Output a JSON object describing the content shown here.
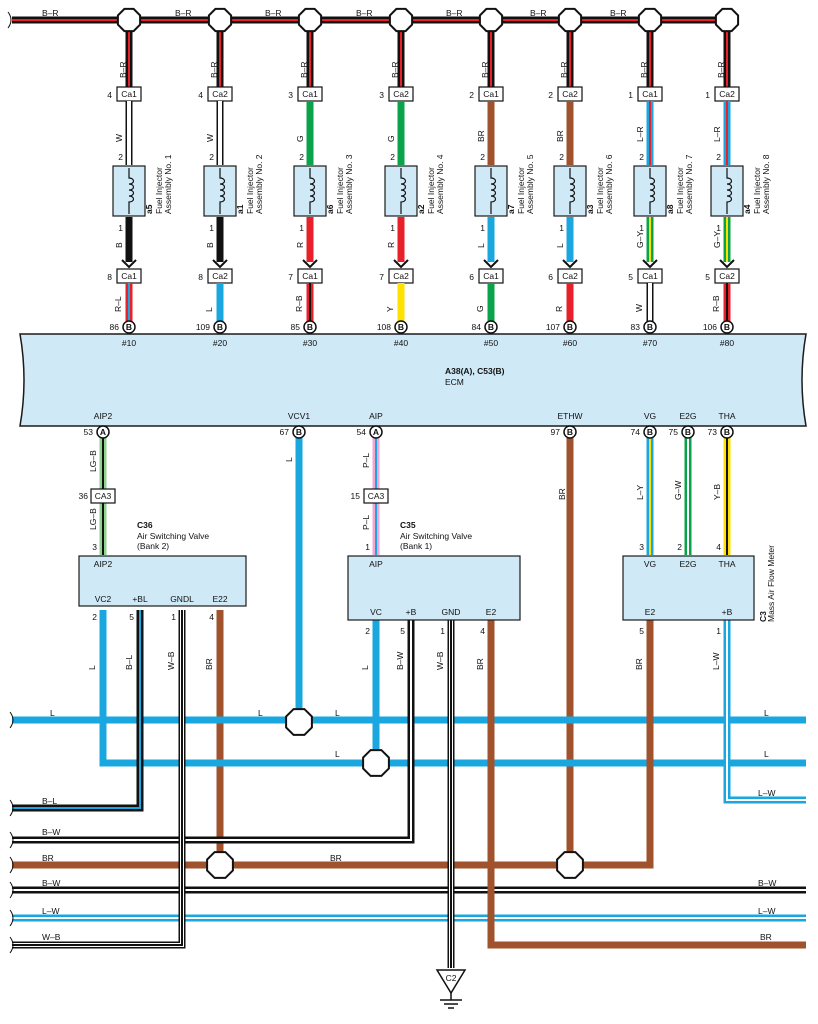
{
  "colors": {
    "black": "#111111",
    "white": "#ffffff",
    "red": "#e8202a",
    "blue": "#1aa7e0",
    "green": "#0aa34a",
    "yellow": "#ffe100",
    "brown": "#a0522d",
    "pink": "#f1a7d4",
    "lightgreen": "#8fd18f",
    "module_fill": "#cfe9f7",
    "module_stroke": "#1b1b1b"
  },
  "top_bus": {
    "label": "B–R"
  },
  "injectors": [
    {
      "code": "a5",
      "name1": "Fuel Injector",
      "name2": "Assembly No. 1",
      "top_conn": "Ca1",
      "top_conn_pin": "4",
      "feed_label": "B–R",
      "coil_top_pin": "2",
      "upper_wire": "W",
      "coil_bot_pin": "1",
      "lower_wire": "B",
      "bot_conn": "Ca1",
      "bot_conn_pin": "8",
      "ecm_wire": "R–L",
      "ecm_pin": "86",
      "ecm_signal": "#10"
    },
    {
      "code": "a1",
      "name1": "Fuel Injector",
      "name2": "Assembly No. 2",
      "top_conn": "Ca2",
      "top_conn_pin": "4",
      "feed_label": "B–R",
      "coil_top_pin": "2",
      "upper_wire": "W",
      "coil_bot_pin": "1",
      "lower_wire": "B",
      "bot_conn": "Ca2",
      "bot_conn_pin": "8",
      "ecm_wire": "L",
      "ecm_pin": "109",
      "ecm_signal": "#20"
    },
    {
      "code": "a6",
      "name1": "Fuel Injector",
      "name2": "Assembly No. 3",
      "top_conn": "Ca1",
      "top_conn_pin": "3",
      "feed_label": "B–R",
      "coil_top_pin": "2",
      "upper_wire": "G",
      "coil_bot_pin": "1",
      "lower_wire": "R",
      "bot_conn": "Ca1",
      "bot_conn_pin": "7",
      "ecm_wire": "R–B",
      "ecm_pin": "85",
      "ecm_signal": "#30"
    },
    {
      "code": "a2",
      "name1": "Fuel Injector",
      "name2": "Assembly No. 4",
      "top_conn": "Ca2",
      "top_conn_pin": "3",
      "feed_label": "B–R",
      "coil_top_pin": "2",
      "upper_wire": "G",
      "coil_bot_pin": "1",
      "lower_wire": "R",
      "bot_conn": "Ca2",
      "bot_conn_pin": "7",
      "ecm_wire": "Y",
      "ecm_pin": "108",
      "ecm_signal": "#40"
    },
    {
      "code": "a7",
      "name1": "Fuel Injector",
      "name2": "Assembly No. 5",
      "top_conn": "Ca1",
      "top_conn_pin": "2",
      "feed_label": "B–R",
      "coil_top_pin": "2",
      "upper_wire": "BR",
      "coil_bot_pin": "1",
      "lower_wire": "L",
      "bot_conn": "Ca1",
      "bot_conn_pin": "6",
      "ecm_wire": "G",
      "ecm_pin": "84",
      "ecm_signal": "#50"
    },
    {
      "code": "a3",
      "name1": "Fuel Injector",
      "name2": "Assembly No. 6",
      "top_conn": "Ca2",
      "top_conn_pin": "2",
      "feed_label": "B–R",
      "coil_top_pin": "2",
      "upper_wire": "BR",
      "coil_bot_pin": "1",
      "lower_wire": "L",
      "bot_conn": "Ca2",
      "bot_conn_pin": "6",
      "ecm_wire": "R",
      "ecm_pin": "107",
      "ecm_signal": "#60"
    },
    {
      "code": "a8",
      "name1": "Fuel Injector",
      "name2": "Assembly No. 7",
      "top_conn": "Ca1",
      "top_conn_pin": "1",
      "feed_label": "B–R",
      "coil_top_pin": "2",
      "upper_wire": "L–R",
      "coil_bot_pin": "1",
      "lower_wire": "G–Y",
      "bot_conn": "Ca1",
      "bot_conn_pin": "5",
      "ecm_wire": "W",
      "ecm_pin": "83",
      "ecm_signal": "#70"
    },
    {
      "code": "a4",
      "name1": "Fuel Injector",
      "name2": "Assembly No. 8",
      "top_conn": "Ca2",
      "top_conn_pin": "1",
      "feed_label": "B–R",
      "coil_top_pin": "2",
      "upper_wire": "L–R",
      "coil_bot_pin": "1",
      "lower_wire": "G–Y",
      "bot_conn": "Ca2",
      "bot_conn_pin": "5",
      "ecm_wire": "R–B",
      "ecm_pin": "106",
      "ecm_signal": "#80"
    }
  ],
  "ecm": {
    "code": "A38(A), C53(B)",
    "name": "ECM",
    "pins": [
      {
        "id": "aip2",
        "label": "AIP2",
        "pin": "53",
        "conn": "A"
      },
      {
        "id": "vcv1",
        "label": "VCV1",
        "pin": "67",
        "conn": "B"
      },
      {
        "id": "aip",
        "label": "AIP",
        "pin": "54",
        "conn": "A"
      },
      {
        "id": "ethw",
        "label": "ETHW",
        "pin": "97",
        "conn": "B"
      },
      {
        "id": "vg",
        "label": "VG",
        "pin": "74",
        "conn": "B"
      },
      {
        "id": "e2g",
        "label": "E2G",
        "pin": "75",
        "conn": "B"
      },
      {
        "id": "tha",
        "label": "THA",
        "pin": "73",
        "conn": "B"
      }
    ]
  },
  "wire_labels": {
    "aip2_upper": "LG–B",
    "aip2_lower": "LG–B",
    "vcv1": "L",
    "aip_upper": "P–L",
    "aip_lower": "P–L",
    "ethw": "BR",
    "vg": "L–Y",
    "e2g": "G–W",
    "tha": "Y–B"
  },
  "ca3_left": {
    "name": "CA3",
    "pin": "36"
  },
  "ca3_right": {
    "name": "CA3",
    "pin": "15"
  },
  "c36": {
    "code": "C36",
    "name1": "Air Switching Valve",
    "name2": "(Bank 2)",
    "top_pin_label": "AIP2",
    "top_pin_num": "3",
    "bottom": [
      {
        "label": "VC2",
        "pin": "2",
        "wire": "L"
      },
      {
        "label": "+BL",
        "pin": "5",
        "wire": "B–L"
      },
      {
        "label": "GNDL",
        "pin": "1",
        "wire": "W–B"
      },
      {
        "label": "E22",
        "pin": "4",
        "wire": "BR"
      }
    ]
  },
  "c35": {
    "code": "C35",
    "name1": "Air Switching Valve",
    "name2": "(Bank 1)",
    "top_pin_label": "AIP",
    "top_pin_num": "1",
    "bottom": [
      {
        "label": "VC",
        "pin": "2",
        "wire": "L"
      },
      {
        "label": "+B",
        "pin": "5",
        "wire": "B–W"
      },
      {
        "label": "GND",
        "pin": "1",
        "wire": "W–B"
      },
      {
        "label": "E2",
        "pin": "4",
        "wire": "BR"
      }
    ]
  },
  "c3": {
    "code": "C3",
    "name": "Mass Air Flow Meter",
    "top": [
      {
        "label": "VG",
        "pin": "3"
      },
      {
        "label": "E2G",
        "pin": "2"
      },
      {
        "label": "THA",
        "pin": "4"
      }
    ],
    "bottom": [
      {
        "label": "E2",
        "pin": "5",
        "wire": "BR"
      },
      {
        "label": "+B",
        "pin": "1",
        "wire": "L–W"
      }
    ]
  },
  "buses": {
    "l1_left": "L",
    "l1_mid_a": "L",
    "l1_mid_b": "L",
    "l1_right": "L",
    "l2_mid": "L",
    "l2_right": "L",
    "lw_right": "L–W",
    "bl_left": "B–L",
    "bw_left": "B–W",
    "br_left": "BR",
    "br_mid": "BR",
    "bw2_left": "B–W",
    "bw2_right": "B–W",
    "lw2_left": "L–W",
    "lw2_right": "L–W",
    "wb_left": "W–B",
    "br2_right": "BR"
  },
  "ground": {
    "label": "C2"
  }
}
